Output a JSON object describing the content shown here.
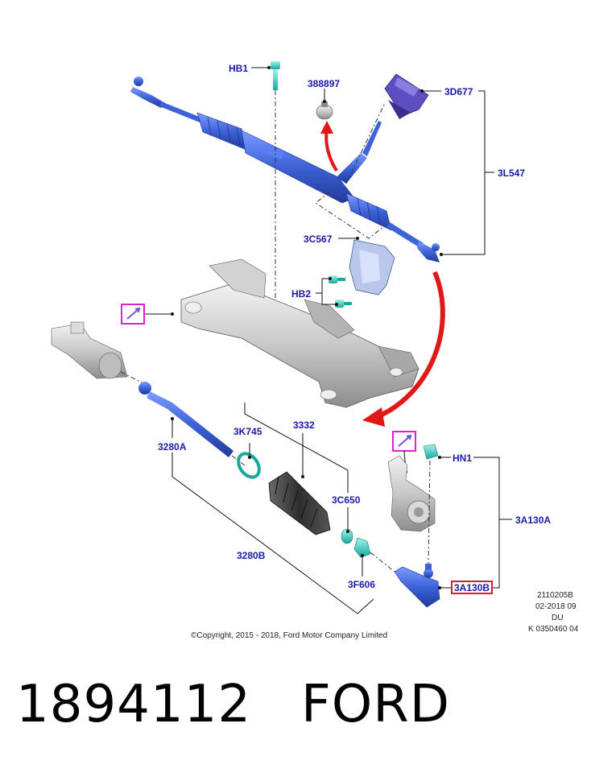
{
  "diagram": {
    "labels": {
      "hb1": "HB1",
      "p388897": "388897",
      "p3d677": "3D677",
      "p3l547": "3L547",
      "p3c567": "3C567",
      "hb2": "HB2",
      "p3k745": "3K745",
      "p3332": "3332",
      "p3280a": "3280A",
      "p3c650": "3C650",
      "p3280b": "3280B",
      "p3f606": "3F606",
      "hn1": "HN1",
      "p3a130a": "3A130A",
      "p3a130b": "3A130B"
    },
    "ref_block": [
      "2110205B",
      "02-2018 09",
      "DU",
      "K 0350460 04"
    ],
    "copyright": "©Copyright, 2015 - 2018, Ford Motor Company Limited",
    "colors": {
      "label_text": "#1a1aa6",
      "part_blue": "#3d63d8",
      "fastener_cyan": "#35d6c8",
      "subframe_gray": "#c8c8c8",
      "callout_magenta": "#e020c8",
      "arrow_red": "#e01818",
      "highlight_box": "#d0203a"
    }
  },
  "footer": {
    "part_number": "1894112",
    "brand": "FORD"
  }
}
